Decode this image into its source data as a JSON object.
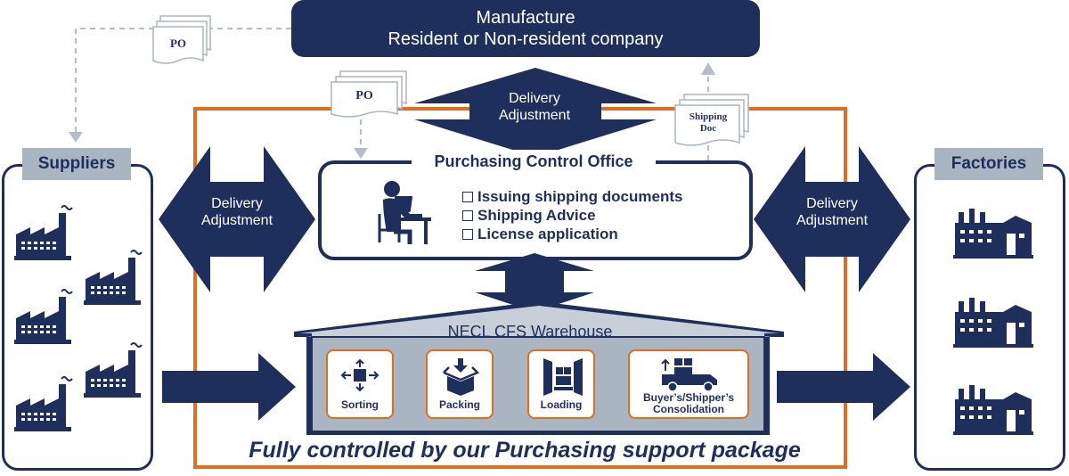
{
  "manufacture": {
    "line1": "Manufacture",
    "line2": "Resident or Non-resident company"
  },
  "documents": {
    "po_top": "PO",
    "po_mid": "PO",
    "shipping_doc_line1": "Shipping",
    "shipping_doc_line2": "Doc"
  },
  "arrows": {
    "top_line1": "Delivery",
    "top_line2": "Adjustment",
    "left_line1": "Delivery",
    "left_line2": "Adjustment",
    "right_line1": "Delivery",
    "right_line2": "Adjustment"
  },
  "suppliers": {
    "label": "Suppliers",
    "factory_icons": 5
  },
  "factories": {
    "label": "Factories",
    "factory_icons": 3
  },
  "pco": {
    "title": "Purchasing Control Office",
    "items": [
      "Issuing shipping documents",
      "Shipping Advice",
      "License application"
    ]
  },
  "warehouse": {
    "title": "NECL CFS Warehouse",
    "services": [
      {
        "label": "Sorting",
        "icon": "sorting-icon"
      },
      {
        "label": "Packing",
        "icon": "packing-icon"
      },
      {
        "label": "Loading",
        "icon": "loading-icon"
      },
      {
        "label_line1": "Buyer’s/Shipper’s",
        "label_line2": "Consolidation",
        "icon": "truck-icon"
      }
    ]
  },
  "footer": "Fully controlled by our Purchasing support package",
  "colors": {
    "navy": "#1e2f5c",
    "orange": "#e46c1f",
    "gray": "#aab5c2",
    "dashed": "#b4bec8"
  }
}
